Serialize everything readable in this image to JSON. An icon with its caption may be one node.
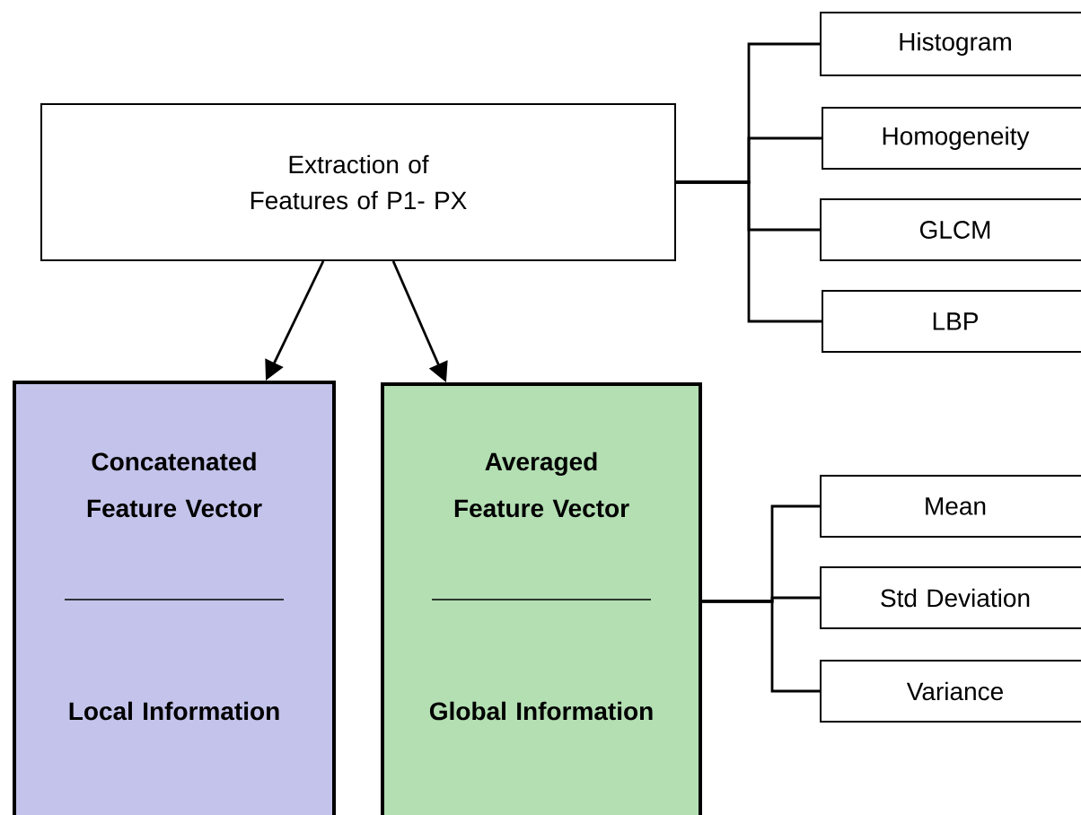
{
  "diagram": {
    "nodes": [
      {
        "text": [
          "Extraction of Features of P1- PX"
        ]
      },
      {
        "text": [
          "Histogram"
        ]
      },
      {
        "text": [
          "Homogeneity"
        ]
      },
      {
        "text": [
          "GLCM"
        ]
      },
      {
        "text": [
          "LBP"
        ]
      },
      {
        "text": [
          "Concatenated Feature Vector",
          "Local Information"
        ]
      },
      {
        "text": [
          "Averaged Feature Vector",
          "Global Information"
        ]
      },
      {
        "text": [
          "Mean"
        ]
      },
      {
        "text": [
          "Std Deviation"
        ]
      },
      {
        "text": [
          "Variance"
        ]
      }
    ],
    "edges": [
      {
        "from": 0,
        "to": 5,
        "arrow": "to"
      },
      {
        "from": 0,
        "to": 6,
        "arrow": "to"
      },
      {
        "from": 0,
        "to": 1,
        "arrow": "none"
      },
      {
        "from": 0,
        "to": 2,
        "arrow": "none"
      },
      {
        "from": 0,
        "to": 3,
        "arrow": "none"
      },
      {
        "from": 0,
        "to": 4,
        "arrow": "none"
      },
      {
        "from": 6,
        "to": 7,
        "arrow": "none"
      },
      {
        "from": 6,
        "to": 8,
        "arrow": "none"
      },
      {
        "from": 6,
        "to": 9,
        "arrow": "none"
      }
    ]
  }
}
